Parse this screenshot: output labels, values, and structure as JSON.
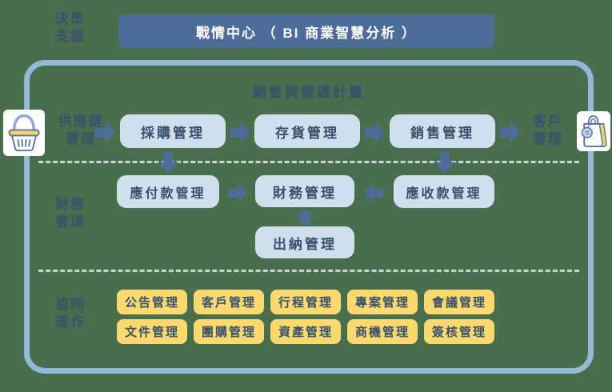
{
  "colors": {
    "background": "#486E4E",
    "navy_text": "#3A506B",
    "slate_blue": "#4D6D98",
    "light_blue_box": "#CFE0ED",
    "frame_border": "#93B9D9",
    "yellow_box": "#FAD96E",
    "dash_line": "#CDD3D8",
    "bar_text": "#FFFFFF"
  },
  "decision_support": {
    "line1": "決策",
    "line2": "支援"
  },
  "bi_center": {
    "label": "戰情中心 （ BI 商業智慧分析 ）"
  },
  "sop": {
    "title": "銷售與營運計畫",
    "supply_chain": {
      "label_line1": "供應鏈",
      "label_line2": "管理",
      "left_icon": "shopping-basket-icon",
      "right_icon": "shopping-bag-icon",
      "boxes": [
        "採購管理",
        "存貨管理",
        "銷售管理"
      ],
      "customer_line1": "客戶",
      "customer_line2": "管理"
    },
    "finance": {
      "label_line1": "財務",
      "label_line2": "管理",
      "ap_box": "應付款管理",
      "main_box": "財務管理",
      "ar_box": "應收款管理",
      "cashier_box": "出納管理"
    },
    "collaboration": {
      "label_line1": "協同",
      "label_line2": "運作",
      "boxes": [
        "公告管理",
        "客戶管理",
        "行程管理",
        "專案管理",
        "會議管理",
        "文件管理",
        "團購管理",
        "資產管理",
        "商機管理",
        "簽核管理"
      ]
    }
  }
}
